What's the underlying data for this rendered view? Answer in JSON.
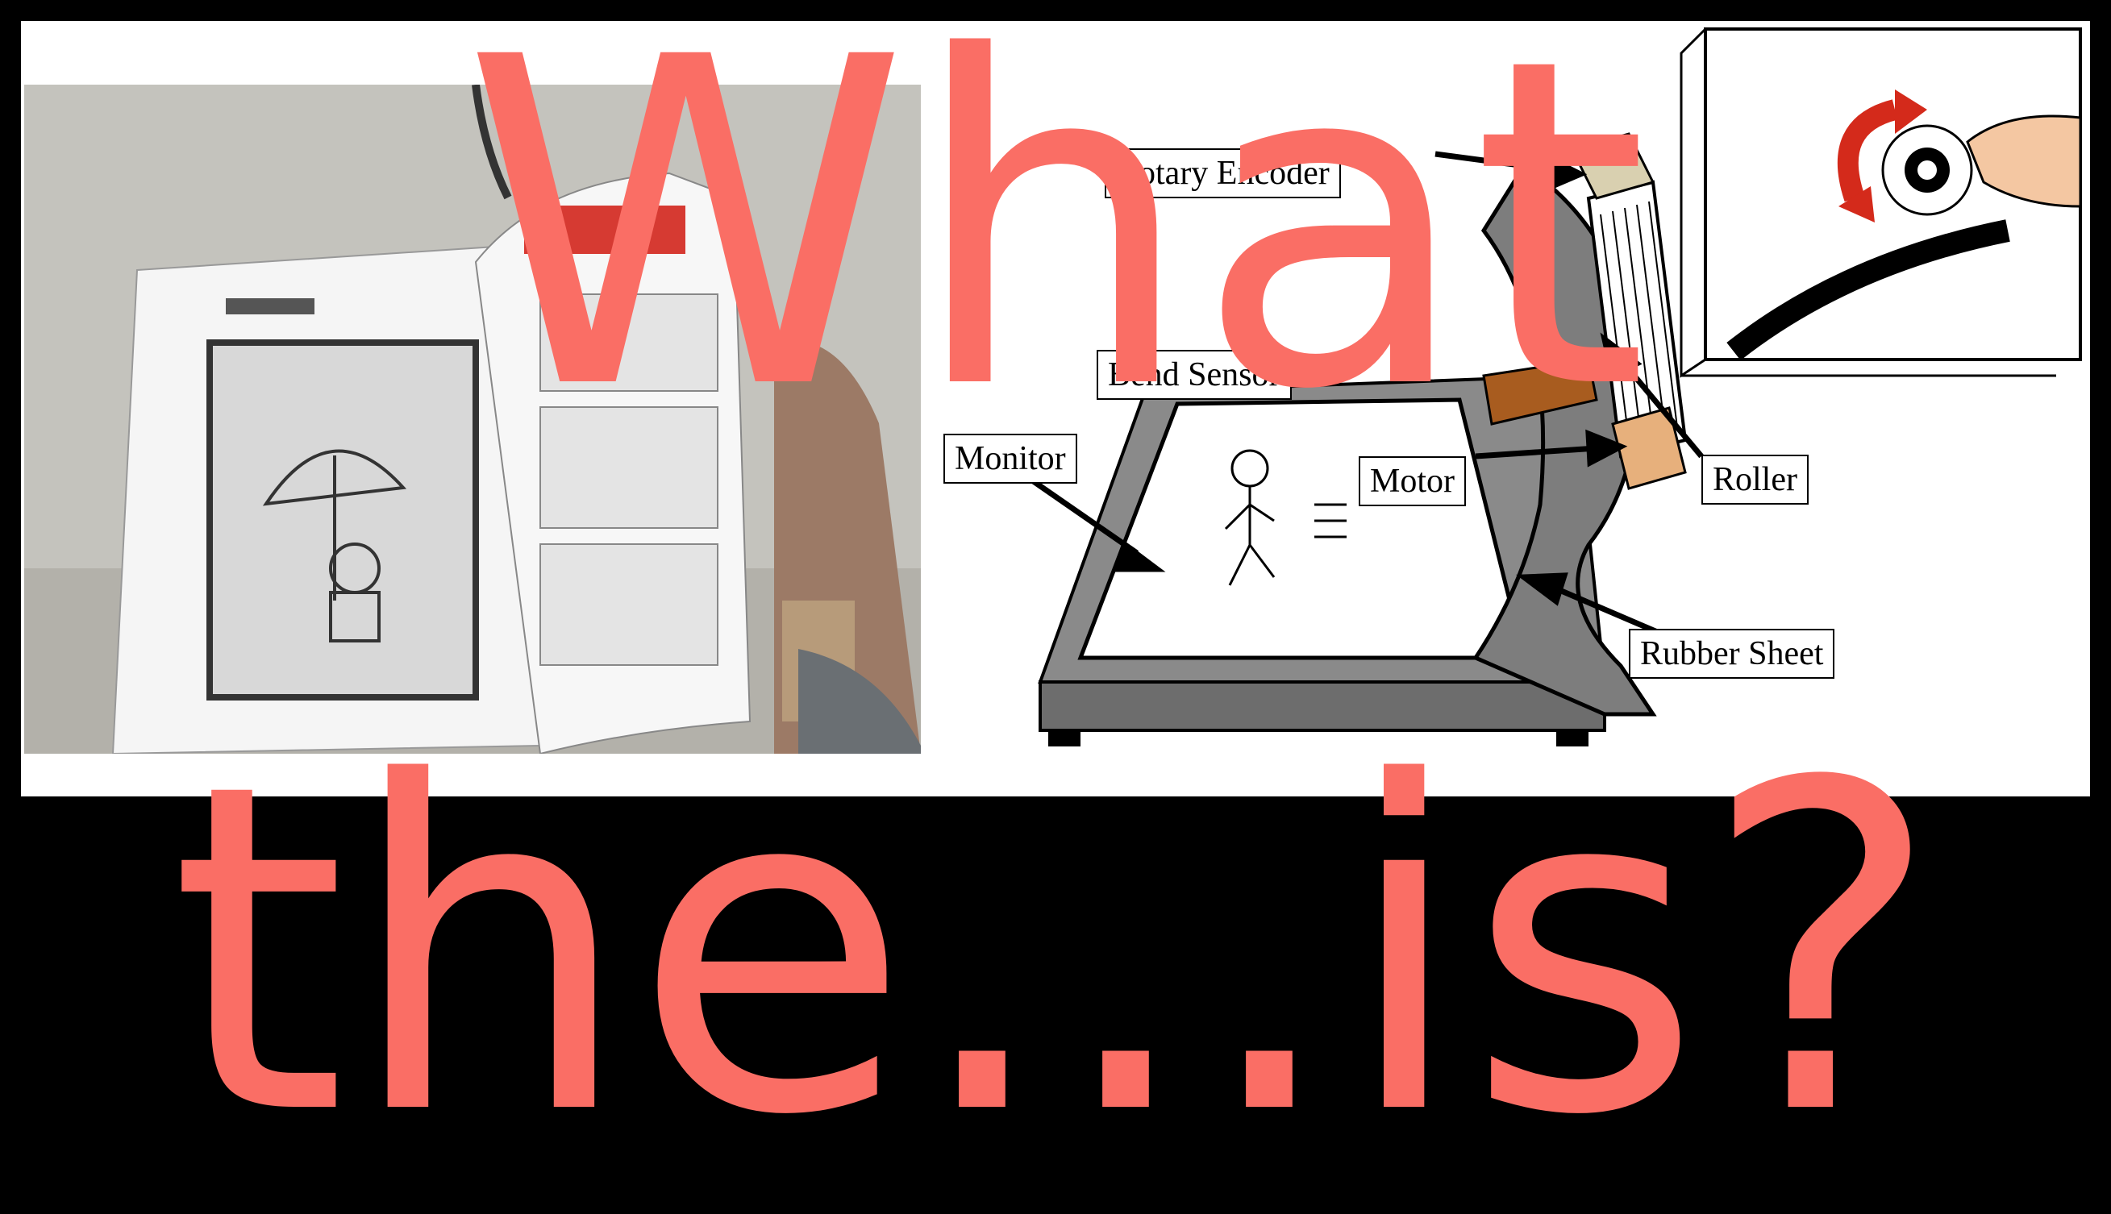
{
  "overlay": {
    "line1": "What",
    "line2": "the...is?"
  },
  "diagram": {
    "labels": {
      "rotary_encoder": "Rotary Encoder",
      "bend_sensor": "Bend Sensor",
      "monitor": "Monitor",
      "motor": "Motor",
      "roller": "Roller",
      "rubber_sheet": "Rubber Sheet"
    }
  },
  "colors": {
    "overlay_text": "#fa6e65",
    "frame": "#000000",
    "panel": "#ffffff",
    "device_gray": "#8a8a8a",
    "arrow_red": "#d42a1b",
    "bend_orange": "#a85c1f",
    "roller_tan": "#e7b07c"
  }
}
